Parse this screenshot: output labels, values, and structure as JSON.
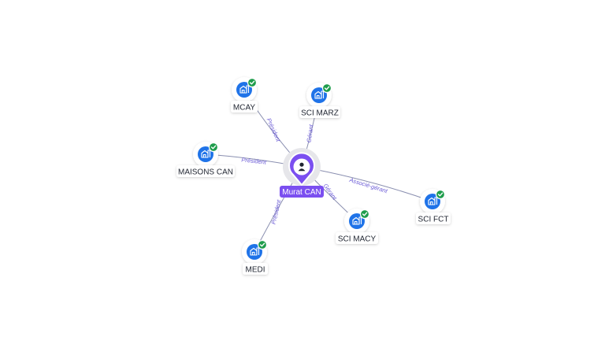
{
  "colors": {
    "edge": "#8a8fb0",
    "edge_label": "#6a5ad6",
    "person": "#7b4ff0",
    "company": "#1f73e8",
    "check": "#1f9d4c"
  },
  "center": {
    "name": "Murat CAN",
    "icon": "person-icon"
  },
  "companies": [
    {
      "id": "mcay",
      "name": "MCAY",
      "relation": "Président",
      "icon": "company-building-icon",
      "verified": true
    },
    {
      "id": "sci-marz",
      "name": "SCI MARZ",
      "relation": "Gérant",
      "icon": "company-building-icon",
      "verified": true
    },
    {
      "id": "maisons-can",
      "name": "MAISONS CAN",
      "relation": "Président",
      "icon": "company-building-icon",
      "verified": true
    },
    {
      "id": "sci-fct",
      "name": "SCI FCT",
      "relation": "Associé-gérant",
      "icon": "company-building-icon",
      "verified": true
    },
    {
      "id": "sci-macy",
      "name": "SCI MACY",
      "relation": "Gérant",
      "icon": "company-building-icon",
      "verified": true
    },
    {
      "id": "medi",
      "name": "MEDI",
      "relation": "Président",
      "icon": "company-building-icon",
      "verified": true
    }
  ]
}
